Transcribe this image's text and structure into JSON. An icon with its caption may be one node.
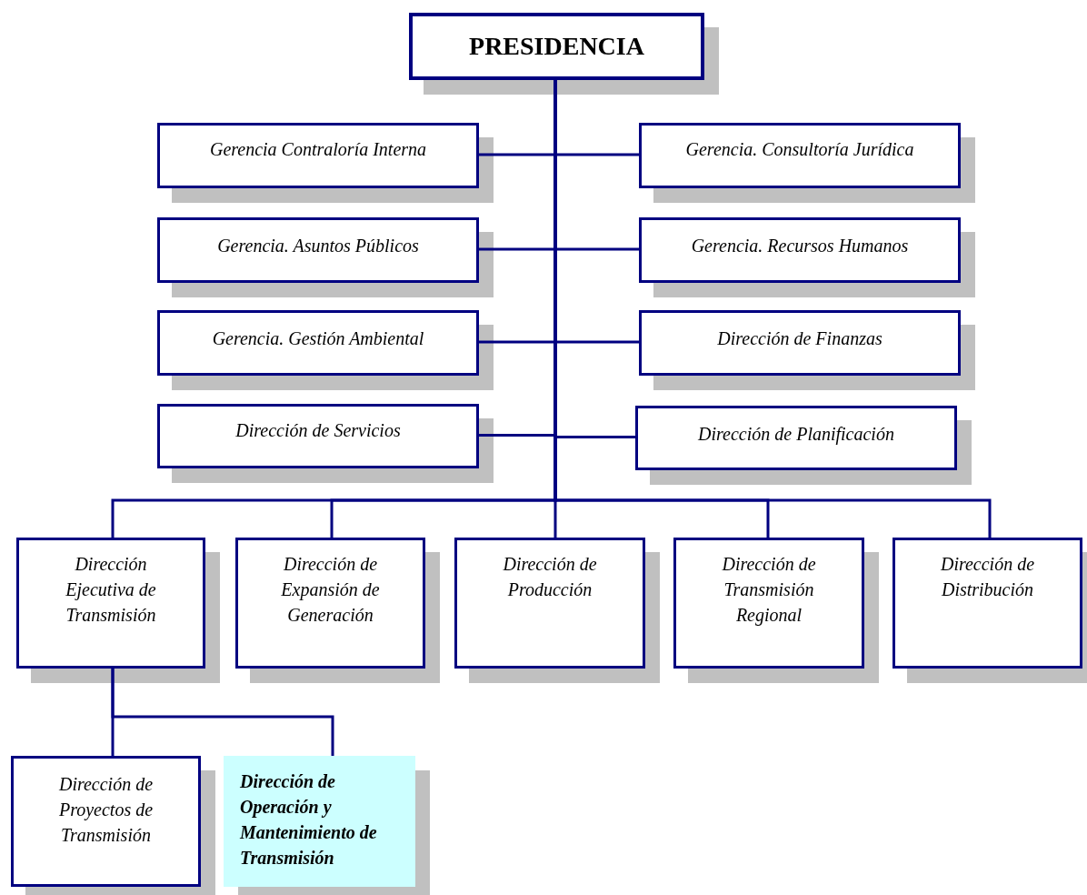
{
  "diagram": {
    "nodes": [
      {
        "text": [
          "PRESIDENCIA"
        ]
      },
      {
        "text": [
          "Gerencia Contraloría Interna"
        ]
      },
      {
        "text": [
          "Gerencia. Consultoría Jurídica"
        ]
      },
      {
        "text": [
          "Gerencia. Asuntos Públicos"
        ]
      },
      {
        "text": [
          "Gerencia. Recursos Humanos"
        ]
      },
      {
        "text": [
          "Gerencia. Gestión Ambiental"
        ]
      },
      {
        "text": [
          "Dirección de Finanzas"
        ]
      },
      {
        "text": [
          "Dirección de Servicios"
        ]
      },
      {
        "text": [
          "Dirección de Planificación"
        ]
      },
      {
        "text": [
          "Dirección Ejecutiva de Transmisión"
        ]
      },
      {
        "text": [
          "Dirección de Expansión de Generación"
        ]
      },
      {
        "text": [
          "Dirección de Producción"
        ]
      },
      {
        "text": [
          "Dirección de Transmisión Regional"
        ]
      },
      {
        "text": [
          "Dirección de Distribución"
        ]
      },
      {
        "text": [
          "Dirección de Proyectos de Transmisión"
        ]
      },
      {
        "text": [
          "Dirección de Operación y Mantenimiento de Transmisión"
        ]
      }
    ],
    "edges": [
      {
        "from": 0,
        "to": 1,
        "arrow": "none"
      },
      {
        "from": 0,
        "to": 2,
        "arrow": "none"
      },
      {
        "from": 0,
        "to": 3,
        "arrow": "none"
      },
      {
        "from": 0,
        "to": 4,
        "arrow": "none"
      },
      {
        "from": 0,
        "to": 5,
        "arrow": "none"
      },
      {
        "from": 0,
        "to": 6,
        "arrow": "none"
      },
      {
        "from": 0,
        "to": 7,
        "arrow": "none"
      },
      {
        "from": 0,
        "to": 8,
        "arrow": "none"
      },
      {
        "from": 0,
        "to": 9,
        "arrow": "none"
      },
      {
        "from": 0,
        "to": 10,
        "arrow": "none"
      },
      {
        "from": 0,
        "to": 11,
        "arrow": "none"
      },
      {
        "from": 0,
        "to": 12,
        "arrow": "none"
      },
      {
        "from": 0,
        "to": 13,
        "arrow": "none"
      },
      {
        "from": 9,
        "to": 14,
        "arrow": "none"
      },
      {
        "from": 9,
        "to": 15,
        "arrow": "none"
      }
    ]
  }
}
